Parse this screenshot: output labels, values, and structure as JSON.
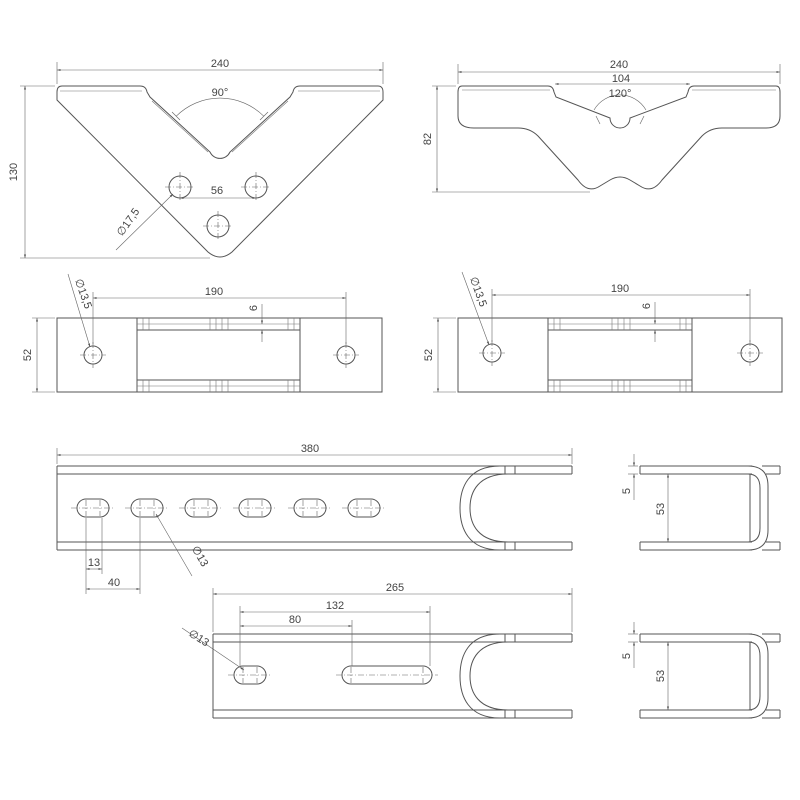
{
  "drawing": {
    "v_bracket": {
      "width": "240",
      "angle": "90°",
      "height": "130",
      "hole_spacing": "56",
      "hole_diameter": "∅17,5"
    },
    "w_bracket": {
      "width": "240",
      "notch_width": "104",
      "angle": "120°",
      "height": "82"
    },
    "plate_left": {
      "hole_diameter": "∅13,5",
      "hole_spacing": "190",
      "offset": "6",
      "height": "52"
    },
    "plate_right": {
      "hole_diameter": "∅13,5",
      "hole_spacing": "190",
      "offset": "6",
      "height": "52"
    },
    "channel_long": {
      "length": "380",
      "slot_width": "13",
      "slot_pitch": "40",
      "slot_diameter": "∅13"
    },
    "channel_long_side": {
      "flange": "5",
      "height": "53"
    },
    "channel_short": {
      "length": "265",
      "slot_span": "132",
      "slot_offset": "80",
      "slot_diameter": "∅13"
    },
    "channel_short_side": {
      "flange": "5",
      "height": "53"
    }
  },
  "colors": {
    "line": "#555555",
    "text": "#444444",
    "background": "#ffffff"
  }
}
